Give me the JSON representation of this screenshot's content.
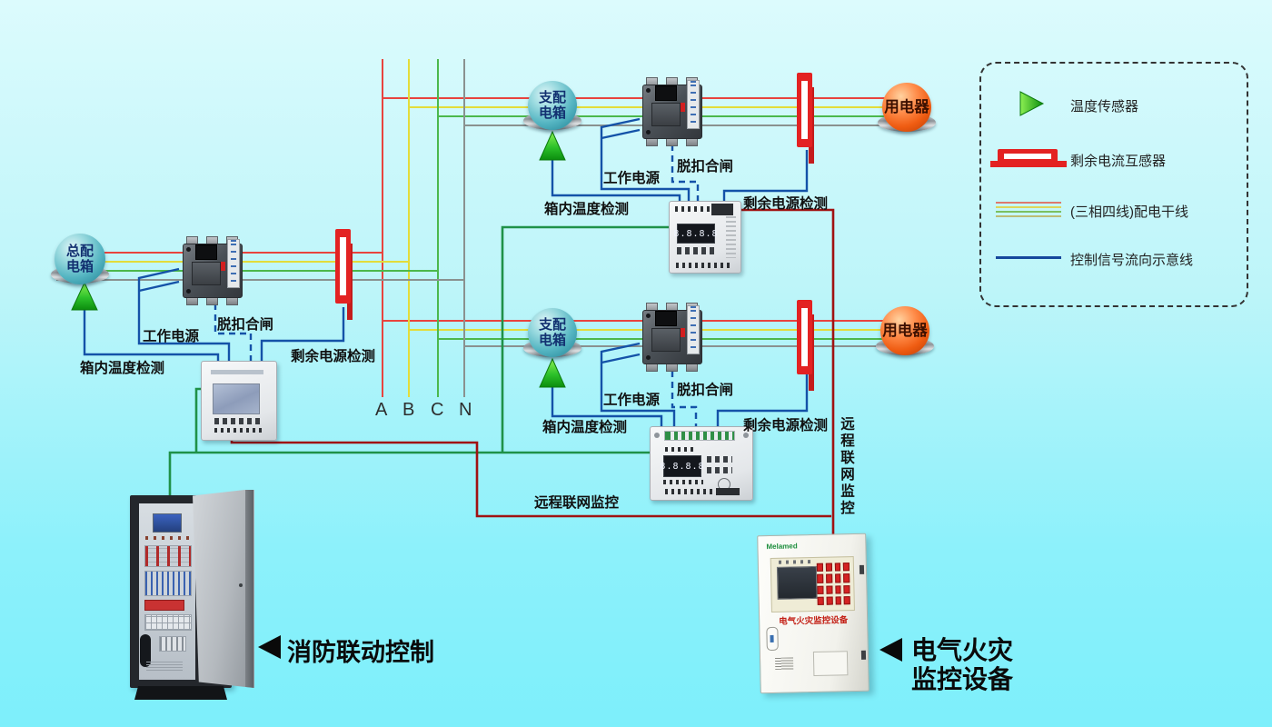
{
  "colors": {
    "background_top": "#dcfbfd",
    "background_bottom": "#7deffb",
    "phase_red": "#e8443e",
    "phase_yellow": "#e3dc3a",
    "phase_green": "#4cb84c",
    "phase_neutral": "#8a918f",
    "control_blue": "#1452a8",
    "signal_green": "#1f9148",
    "remote_dark_red": "#a01212",
    "transformer_red": "#e32222"
  },
  "legend": {
    "items": [
      {
        "name": "temperature-sensor",
        "label": "温度传感器"
      },
      {
        "name": "residual-current-transformer",
        "label": "剩余电流互感器"
      },
      {
        "name": "distribution-trunk",
        "label": "(三相四线)配电干线"
      },
      {
        "name": "control-signal-line",
        "label": "控制信号流向示意线"
      }
    ]
  },
  "phases": [
    "A",
    "B",
    "C",
    "N"
  ],
  "nodes": {
    "main_box_line1": "总配",
    "main_box_line2": "电箱",
    "sub_box_line1": "支配",
    "sub_box_line2": "电箱",
    "load": "用电器"
  },
  "wire_labels": {
    "work_power": "工作电源",
    "trip_close": "脱扣合闸",
    "box_temp": "箱内温度检测",
    "residual_detect": "剩余电源检测",
    "remote_monitor": "远程联网监控"
  },
  "devices": {
    "display_digits": "8.8.8.8",
    "efd_brand": "Melamed",
    "efd_panel_text": "电气火灾监控设备"
  },
  "captions": {
    "fire_control": "消防联动控制",
    "efd_line1": "电气火灾",
    "efd_line2": "监控设备"
  }
}
